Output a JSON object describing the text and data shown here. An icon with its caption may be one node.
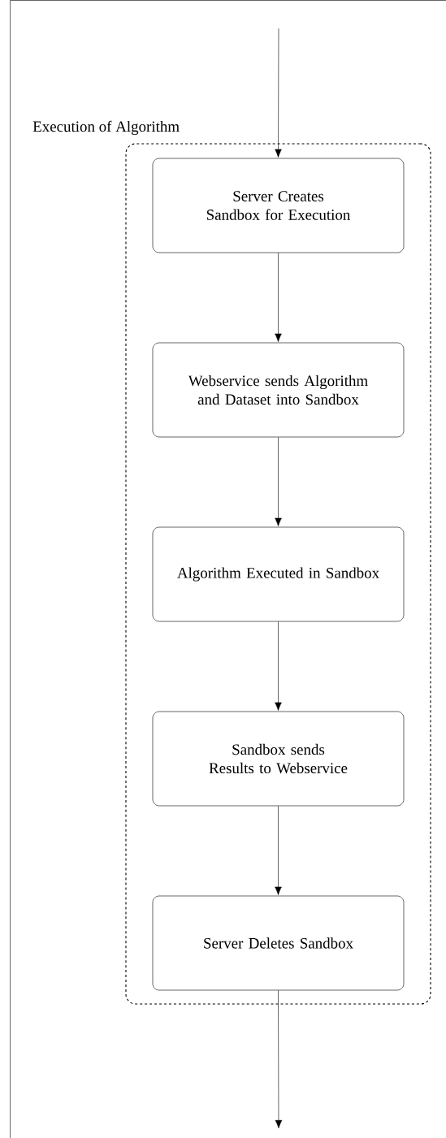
{
  "diagram": {
    "nodes": [
      {
        "text": [
          "Execution of Algorithm"
        ]
      },
      {
        "text": [
          "Server Creates Sandbox for Execution"
        ],
        "in": 0
      },
      {
        "text": [
          "Webservice sends Algorithm and Dataset into Sandbox"
        ],
        "in": 0
      },
      {
        "text": [
          "Algorithm Executed in Sandbox"
        ],
        "in": 0
      },
      {
        "text": [
          "Sandbox sends Results to Webservice"
        ],
        "in": 0
      },
      {
        "text": [
          "Server Deletes Sandbox"
        ],
        "in": 0
      }
    ],
    "edges": [
      {
        "from": null,
        "to": 1,
        "arrow": "to"
      },
      {
        "from": 1,
        "to": 2,
        "arrow": "to"
      },
      {
        "from": 2,
        "to": 3,
        "arrow": "to"
      },
      {
        "from": 3,
        "to": 4,
        "arrow": "to"
      },
      {
        "from": 4,
        "to": 5,
        "arrow": "to"
      },
      {
        "from": 5,
        "to": null,
        "arrow": "to"
      }
    ]
  }
}
